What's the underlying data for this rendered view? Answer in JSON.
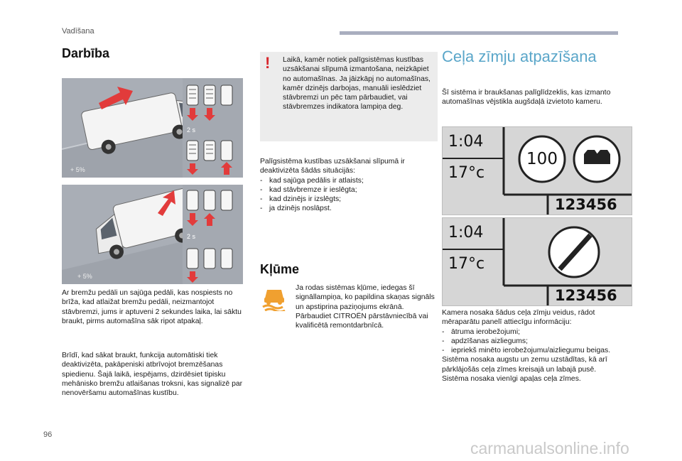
{
  "header": {
    "section": "Vadīšana"
  },
  "left": {
    "title": "Darbība",
    "figure1": {
      "slope_label": "+ 5%",
      "time_label": "2 s"
    },
    "figure2": {
      "slope_label": "+ 5%",
      "time_label": "2 s"
    },
    "para1": "Ar bremžu pedāli un sajūga pedāli, kas nospiests no brīža, kad atlaižat bremžu pedāli, neizmantojot stāvbremzi, jums ir aptuveni 2 sekundes laika, lai sāktu braukt, pirms automašīna sāk ripot atpakaļ.",
    "para2": "Brīdī, kad sākat braukt, funkcija automātiski tiek deaktivizēta, pakāpeniski atbrīvojot bremzēšanas spiedienu. Šajā laikā, iespējams, dzirdēsiet tipisku mehānisko bremžu atlaišanas troksni, kas signalizē par nenovēršamu automašīnas kustību."
  },
  "middle": {
    "warning_mark": "!",
    "warning": "Laikā, kamēr notiek palīgsistēmas kustības uzsākšanai slīpumā izmantošana, neizkāpiet no automašīnas. Ja jāizkāpj no automašīnas, kamēr dzinējs darbojas, manuāli ieslēdziet stāvbremzi un pēc tam pārbaudiet, vai stāvbremzes indikatora lampiņa deg.",
    "deact_intro": "Palīgsistēma kustības uzsākšanai slīpumā ir deaktivizēta šādās situācijās:",
    "deact_items": [
      "kad sajūga pedālis ir atlaists;",
      "kad stāvbremze ir ieslēgta;",
      "kad dzinējs ir izslēgts;",
      "ja dzinējs noslāpst."
    ],
    "fault_title": "Kļūme",
    "fault_text": "Ja rodas sistēmas kļūme, iedegas šī signāllampiņa, ko papildina skaņas signāls un apstiprina paziņojums ekrānā. Pārbaudiet CITROËN pārstāvniecībā vai kvalificētā remontdarbnīcā."
  },
  "right": {
    "title": "Ceļa zīmju atpazīšana",
    "intro": "Šī sistēma ir braukšanas palīglīdzeklis, kas izmanto automašīnas vējstikla augšdaļā izvietoto kameru.",
    "panel1": {
      "time": "1:04",
      "temp": "17°c",
      "speed": "100",
      "odo": "123456"
    },
    "panel2": {
      "time": "1:04",
      "temp": "17°c",
      "odo": "123456"
    },
    "para1": "Kamera nosaka šādus ceļa zīmju veidus, rādot mēraparātu panelī attiecīgu informāciju:",
    "items": [
      "ātruma ierobežojumi;",
      "apdzīšanas aizliegums;",
      "iepriekš minēto ierobežojumu/aizliegumu beigas."
    ],
    "para2": "Sistēma nosaka augstu un zemu uzstādītas, kā arī pārklājošās ceļa zīmes kreisajā un labajā pusē.",
    "para3": "Sistēma nosaka vienīgi apaļas ceļa zīmes."
  },
  "footer": {
    "page": "96",
    "watermark": "carmanualsonline.info"
  },
  "colors": {
    "accent_blue": "#5aa6c9",
    "warning_red": "#d8262c",
    "arrow_red": "#e23b3b",
    "fault_orange": "#f0a030"
  }
}
